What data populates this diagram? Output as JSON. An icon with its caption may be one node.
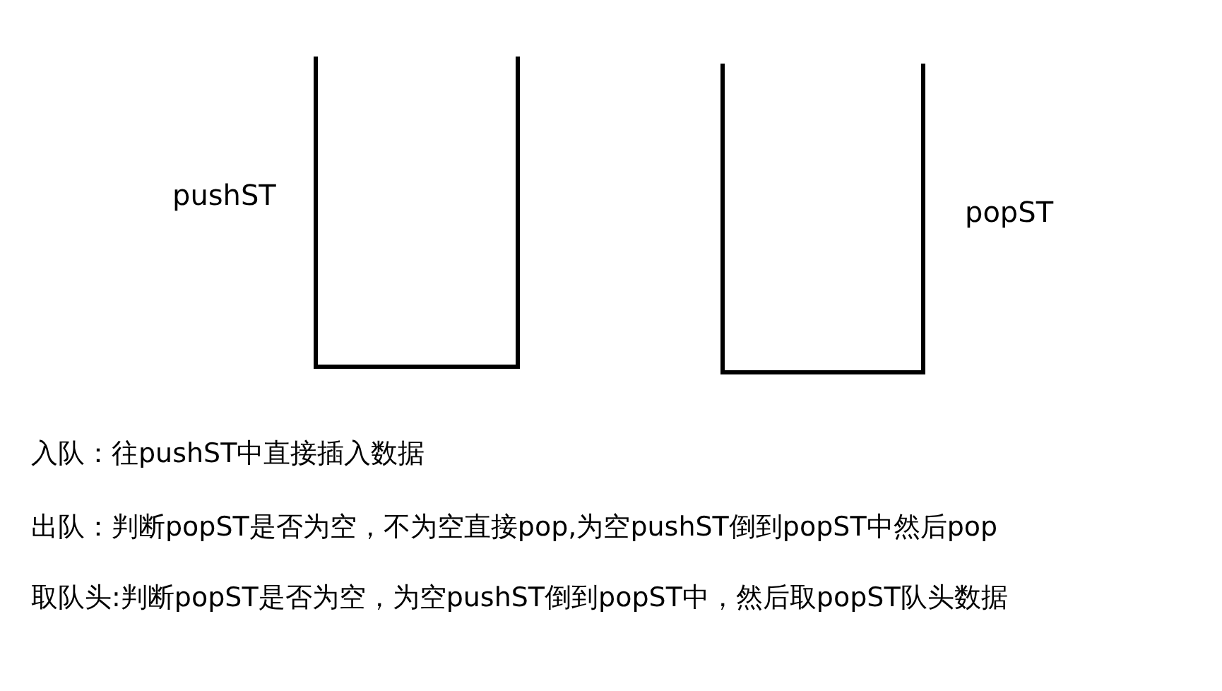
{
  "diagram": {
    "nodes": [
      {
        "text": [],
        "shape": "box",
        "beside": [
          "pushST"
        ]
      },
      {
        "text": [],
        "shape": "box",
        "beside": [
          "popST"
        ]
      }
    ],
    "labels": [
      "入队：往pushST中直接插入数据",
      "出队：判断popST是否为空，不为空直接pop,为空pushST倒到popST中然后pop",
      "取队头:判断popST是否为空，为空pushST倒到popST中，然后取popST队头数据"
    ]
  }
}
